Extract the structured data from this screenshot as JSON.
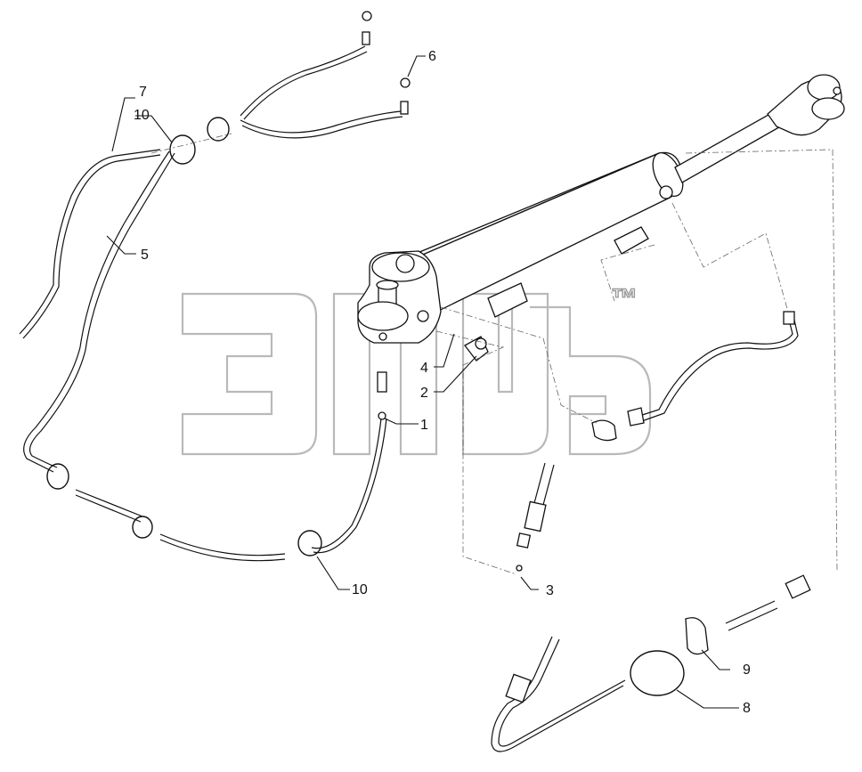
{
  "diagram": {
    "watermark_text": "™",
    "callouts": [
      {
        "id": "c1",
        "label": "1"
      },
      {
        "id": "c2",
        "label": "2"
      },
      {
        "id": "c3",
        "label": "3"
      },
      {
        "id": "c4",
        "label": "4"
      },
      {
        "id": "c5",
        "label": "5"
      },
      {
        "id": "c6",
        "label": "6"
      },
      {
        "id": "c7",
        "label": "7"
      },
      {
        "id": "c8",
        "label": "8"
      },
      {
        "id": "c9",
        "label": "9"
      },
      {
        "id": "c10a",
        "label": "10"
      },
      {
        "id": "c10b",
        "label": "10"
      }
    ]
  }
}
